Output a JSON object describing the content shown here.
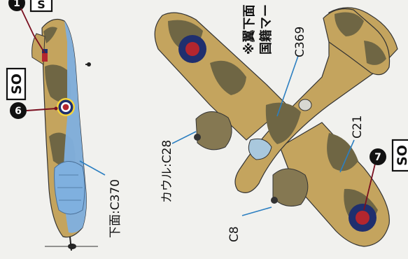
{
  "colors": {
    "paper": "#f1f1ee",
    "tan": "#c4a45e",
    "dark_earth": "#6f6644",
    "sky_blue": "#7fb0df",
    "roundel_red": "#b3262e",
    "roundel_blue": "#1f2f6e",
    "leader_blue": "#2c7fc1"
  },
  "side_view": {
    "squadron_code": "SO",
    "callout_top": "1",
    "callout_number": "6",
    "underside_label": "下面:C370",
    "top_code_fragment": "S"
  },
  "plan_view": {
    "cowl_label": "カウル:C28",
    "c369_label": "C369",
    "c21_label": "C21",
    "c8_label": "C8",
    "callout_number": "7",
    "squadron_code": "SO",
    "note_line1": "※翼下面",
    "note_line2": "国籍マー"
  },
  "icons": [
    "roundel-icon",
    "callout-marker-icon",
    "squadron-code-box"
  ]
}
